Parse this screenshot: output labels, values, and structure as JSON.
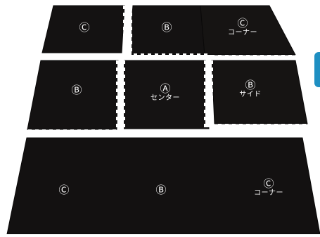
{
  "photo": {
    "subject": "puzzle-joint-mat-set",
    "colors": {
      "mat": "#141212",
      "mat_edge": "#0a0909",
      "gap": "#ffffff",
      "label": "#ffffff",
      "side_tab": "#1e8fc2"
    }
  },
  "tiles": [
    {
      "id": "top-left",
      "symbol": "Ⓒ",
      "caption": ""
    },
    {
      "id": "top-middle",
      "symbol": "Ⓑ",
      "caption": ""
    },
    {
      "id": "top-right",
      "symbol": "Ⓒ",
      "caption": "コーナー"
    },
    {
      "id": "middle-left",
      "symbol": "Ⓑ",
      "caption": ""
    },
    {
      "id": "center",
      "symbol": "Ⓐ",
      "caption": "センター"
    },
    {
      "id": "middle-right",
      "symbol": "Ⓑ",
      "caption": "サイド"
    },
    {
      "id": "bottom-left",
      "symbol": "Ⓒ",
      "caption": ""
    },
    {
      "id": "bottom-middle",
      "symbol": "Ⓑ",
      "caption": ""
    },
    {
      "id": "bottom-right",
      "symbol": "Ⓒ",
      "caption": "コーナー"
    }
  ]
}
